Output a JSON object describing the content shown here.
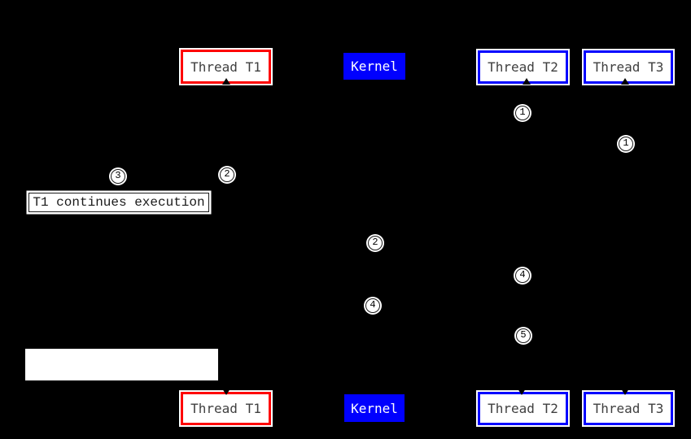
{
  "diagram": {
    "background_color": "#000000",
    "palette": {
      "thread_t1_border": "#fe0000",
      "kernel_fill": "#0000fe",
      "thread_t2_t3_border": "#0000fe",
      "box_fill": "#ffffff",
      "box_text": "#3f3f3f",
      "kernel_text": "#ffffff"
    },
    "top_row": {
      "thread_t1": "Thread T1",
      "kernel": "Kernel",
      "thread_t2": "Thread T2",
      "thread_t3": "Thread T3"
    },
    "bottom_row": {
      "thread_t1": "Thread T1",
      "kernel": "Kernel",
      "thread_t2": "Thread T2",
      "thread_t3": "Thread T3"
    },
    "step_markers": [
      {
        "number": "1"
      },
      {
        "number": "1"
      },
      {
        "number": "2"
      },
      {
        "number": "3"
      },
      {
        "number": "2"
      },
      {
        "number": "4"
      },
      {
        "number": "4"
      },
      {
        "number": "5"
      }
    ],
    "annotation": "T1 continues execution",
    "blank_label_box": ""
  }
}
